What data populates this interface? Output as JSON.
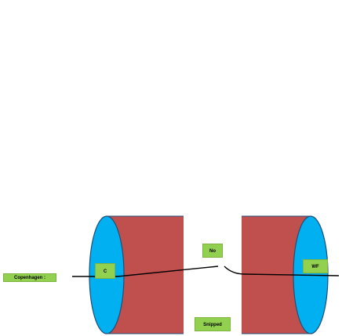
{
  "diagram": {
    "labels": {
      "copenhagen": "Copenhagen :",
      "c": "C",
      "no": "No",
      "snipped": "Snipped",
      "wf": "WF"
    },
    "colors": {
      "cylinder_body": "#c0504d",
      "cylinder_end": "#00b0f0",
      "label_fill": "#92d050",
      "outline": "#1f4e79",
      "line": "#000000"
    }
  }
}
